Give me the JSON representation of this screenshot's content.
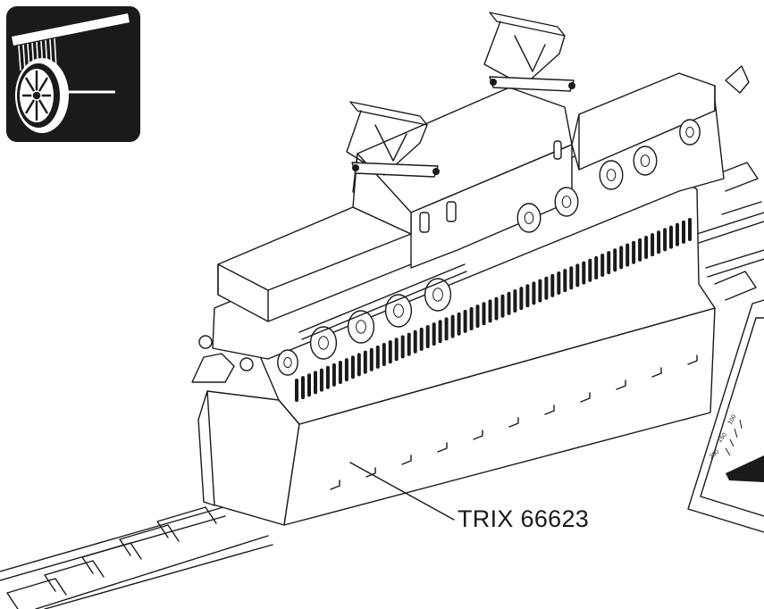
{
  "figure": {
    "callout_label": "TRIX 66623",
    "dial_scale_labels": [
      "100",
      "150",
      "200"
    ]
  },
  "icons": {
    "top_left": "wheel-cleaning-brush-icon"
  },
  "colors": {
    "ink": "#1a1a1a",
    "icon_background": "#1a1a1a",
    "paper": "#ffffff"
  }
}
